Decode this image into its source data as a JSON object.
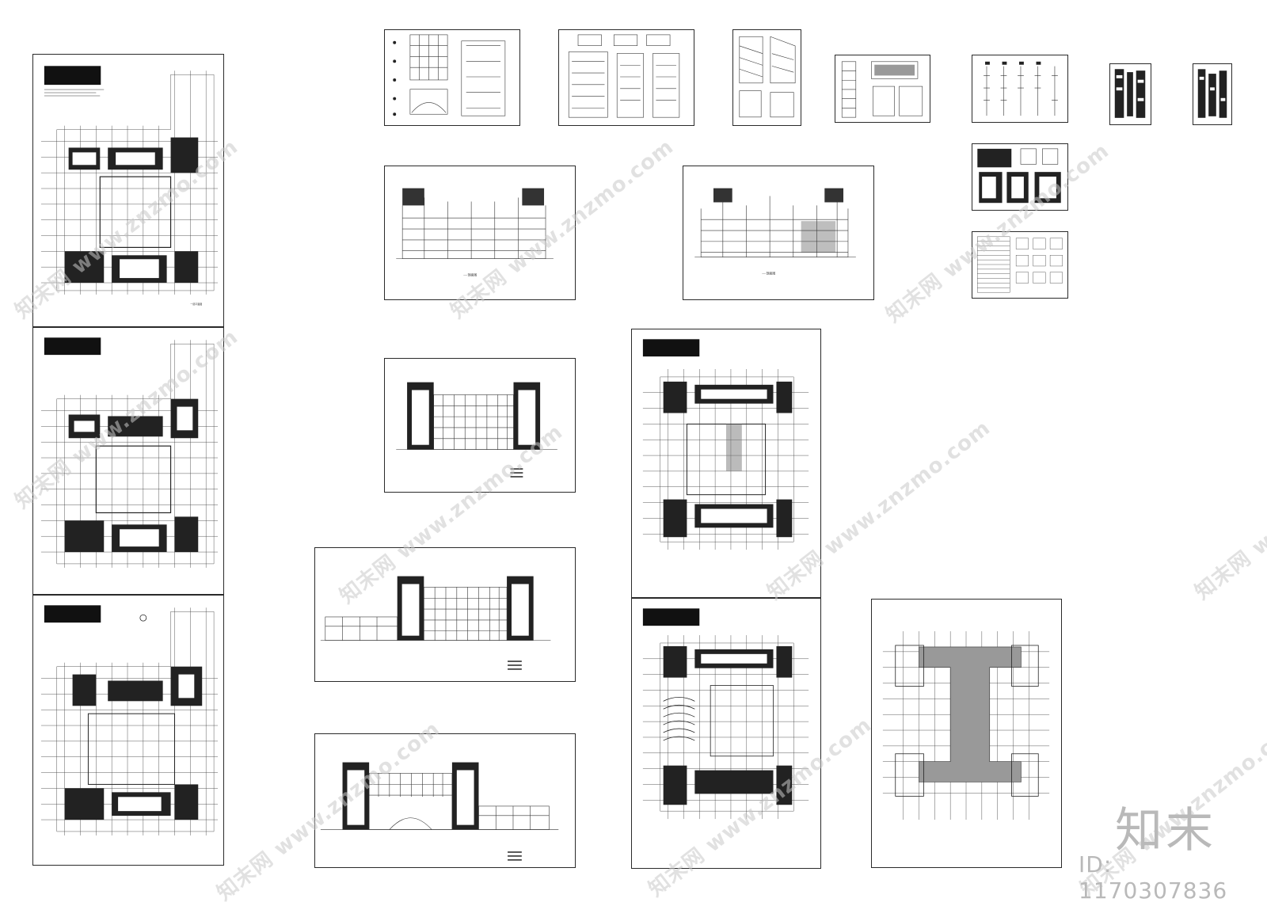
{
  "watermark": {
    "url": "www.znzmo.com",
    "brand": "知末网"
  },
  "logo": {
    "text": "知末"
  },
  "id_label": "ID: 1170307836",
  "colors": {
    "line": "#2a2a2a",
    "watermark": "#c8c8c8",
    "brand_logo": "#b9b9b9"
  }
}
